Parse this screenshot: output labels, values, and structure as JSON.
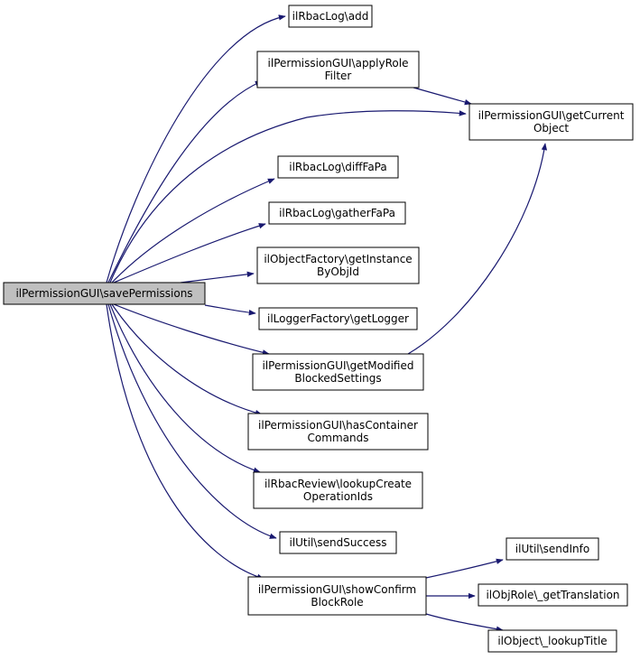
{
  "colors": {
    "edge": "#191970",
    "node_border": "#000000",
    "node_fill": "#ffffff",
    "focus_fill": "#bfbfbf",
    "text": "#000000"
  },
  "nodes": {
    "savePermissions": [
      "ilPermissionGUI\\savePermissions"
    ],
    "rbacLogAdd": [
      "ilRbacLog\\add"
    ],
    "applyRoleFilter": [
      "ilPermissionGUI\\applyRole",
      "Filter"
    ],
    "getCurrentObject": [
      "ilPermissionGUI\\getCurrent",
      "Object"
    ],
    "diffFaPa": [
      "ilRbacLog\\diffFaPa"
    ],
    "gatherFaPa": [
      "ilRbacLog\\gatherFaPa"
    ],
    "getInstanceByObjId": [
      "ilObjectFactory\\getInstance",
      "ByObjId"
    ],
    "getLogger": [
      "ilLoggerFactory\\getLogger"
    ],
    "getModifiedBlockedSettings": [
      "ilPermissionGUI\\getModified",
      "BlockedSettings"
    ],
    "hasContainerCommands": [
      "ilPermissionGUI\\hasContainer",
      "Commands"
    ],
    "lookupCreateOperationIds": [
      "ilRbacReview\\lookupCreate",
      "OperationIds"
    ],
    "sendSuccess": [
      "ilUtil\\sendSuccess"
    ],
    "showConfirmBlockRole": [
      "ilPermissionGUI\\showConfirm",
      "BlockRole"
    ],
    "sendInfo": [
      "ilUtil\\sendInfo"
    ],
    "getTranslation": [
      "ilObjRole\\_getTranslation"
    ],
    "lookupTitle": [
      "ilObject\\_lookupTitle"
    ]
  },
  "edges": [
    [
      "savePermissions",
      "rbacLogAdd"
    ],
    [
      "savePermissions",
      "applyRoleFilter"
    ],
    [
      "savePermissions",
      "getCurrentObject"
    ],
    [
      "savePermissions",
      "diffFaPa"
    ],
    [
      "savePermissions",
      "gatherFaPa"
    ],
    [
      "savePermissions",
      "getInstanceByObjId"
    ],
    [
      "savePermissions",
      "getLogger"
    ],
    [
      "savePermissions",
      "getModifiedBlockedSettings"
    ],
    [
      "savePermissions",
      "hasContainerCommands"
    ],
    [
      "savePermissions",
      "lookupCreateOperationIds"
    ],
    [
      "savePermissions",
      "sendSuccess"
    ],
    [
      "savePermissions",
      "showConfirmBlockRole"
    ],
    [
      "applyRoleFilter",
      "getCurrentObject"
    ],
    [
      "getModifiedBlockedSettings",
      "getCurrentObject"
    ],
    [
      "showConfirmBlockRole",
      "sendInfo"
    ],
    [
      "showConfirmBlockRole",
      "getTranslation"
    ],
    [
      "showConfirmBlockRole",
      "lookupTitle"
    ]
  ]
}
